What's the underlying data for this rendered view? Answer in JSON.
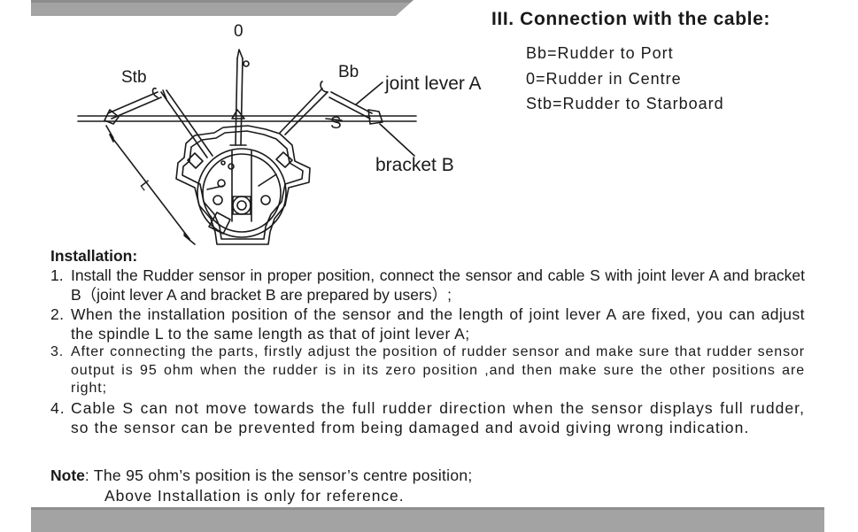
{
  "diagram": {
    "label_zero": "0",
    "label_stb": "Stb",
    "label_bb": "Bb",
    "label_joint_lever": "joint lever A",
    "label_cable": "S",
    "label_spindle": "L",
    "label_bracket": "bracket B"
  },
  "connection": {
    "title": "III. Connection with the cable:",
    "items": [
      "Bb=Rudder to Port",
      "0=Rudder in Centre",
      "Stb=Rudder to Starboard"
    ]
  },
  "installation": {
    "title": "Installation:",
    "steps": [
      {
        "num": "1.",
        "text": "Install the Rudder sensor in proper position,  connect the sensor and cable S with joint lever A and bracket B（joint lever A and bracket B are prepared by users）;"
      },
      {
        "num": "2.",
        "text": " When the installation position of the sensor and the length of joint lever A are fixed, you can adjust the spindle L to the same length as that of joint lever A;"
      },
      {
        "num": "3.",
        "text": "After connecting the parts, firstly adjust the position of rudder sensor and make sure that rudder sensor output is 95 ohm when the rudder is in its zero position ,and then make sure the other positions are right;"
      },
      {
        "num": "4.",
        "text": "Cable S can not move towards the full rudder direction when the sensor displays full rudder,  so the sensor can be prevented from being damaged and avoid giving wrong indication."
      }
    ]
  },
  "note": {
    "label": "Note",
    "line1": ": The 95 ohm’s position  is  the sensor’s centre  position;",
    "line2": "Above Installation is only for reference."
  },
  "colors": {
    "banner": "#a3a3a3",
    "text": "#1a1a1a"
  }
}
